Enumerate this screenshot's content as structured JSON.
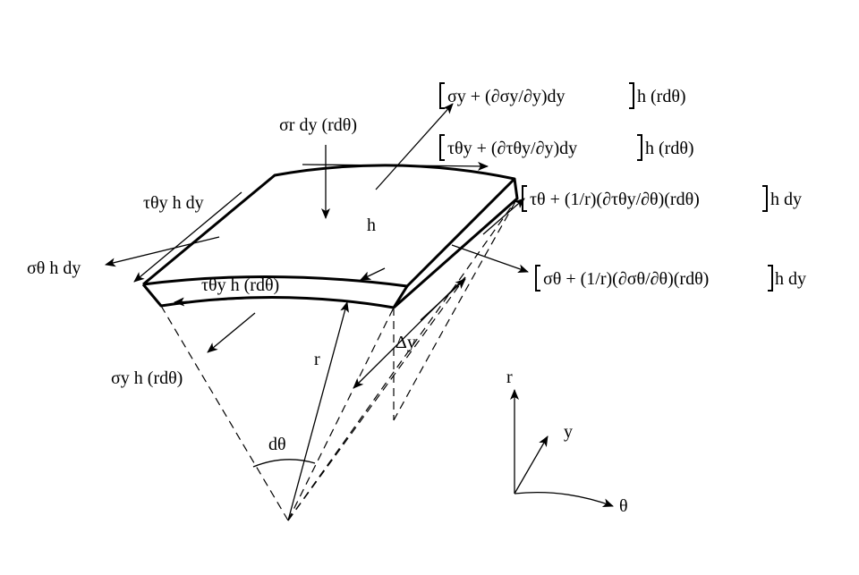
{
  "diagram": {
    "forces": {
      "sigma_r": "σr dy (rdθ)",
      "sigma_y_plus": "σy + (∂σy/∂y)dy",
      "sigma_y_plus_tail": "h (rdθ)",
      "tau_theta_y_plus": "τθy + (∂τθy/∂y)dy",
      "tau_theta_y_plus_tail": "h (rdθ)",
      "tau_theta_plus": "τθ + (1/r)(∂τθy/∂θ)(rdθ)",
      "tau_theta_plus_tail": "h dy",
      "sigma_theta_plus": "σθ + (1/r)(∂σθ/∂θ)(rdθ)",
      "sigma_theta_plus_tail": "h dy",
      "tau_theta_y_h_dy": "τθy h dy",
      "sigma_theta_h_dy": "σθ h dy",
      "tau_theta_y_h_rdtheta": "τθy h (rdθ)",
      "sigma_y_h_rdtheta": "σy h (rdθ)"
    },
    "geometry_labels": {
      "thickness": "h",
      "radius": "r",
      "delta_y": "Δy",
      "d_theta": "dθ"
    },
    "axes": {
      "r": "r",
      "y": "y",
      "theta": "θ"
    },
    "colors": {
      "ink": "#000000",
      "background": "#ffffff"
    }
  }
}
